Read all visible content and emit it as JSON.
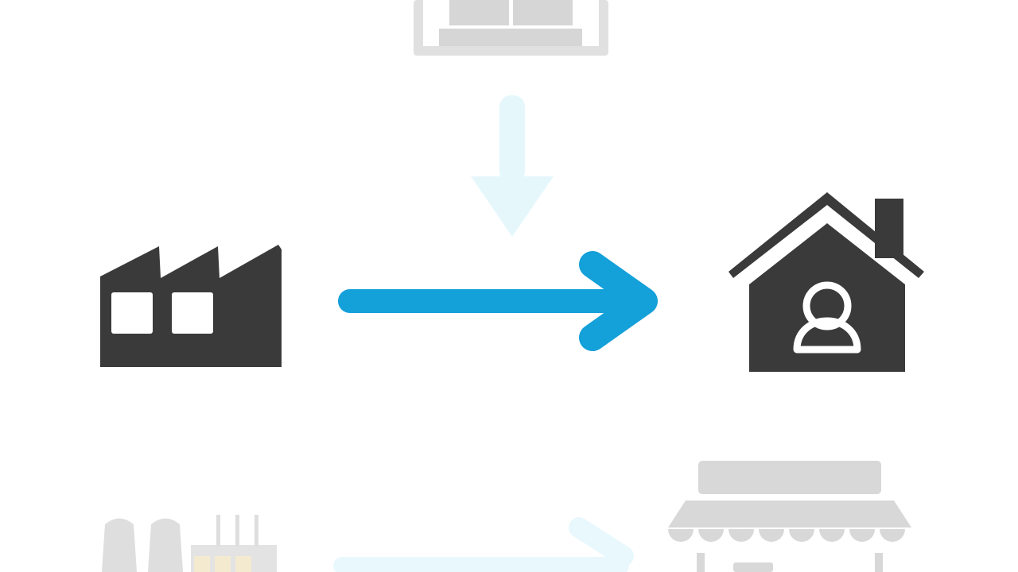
{
  "diagram": {
    "nodes": [
      {
        "id": "warehouse",
        "icon": "warehouse-icon",
        "state": "faded"
      },
      {
        "id": "factory",
        "icon": "factory-icon",
        "state": "active"
      },
      {
        "id": "home",
        "icon": "home-customer-icon",
        "state": "active"
      },
      {
        "id": "plant",
        "icon": "industrial-plant-icon",
        "state": "faded"
      },
      {
        "id": "store",
        "icon": "retail-store-icon",
        "state": "faded"
      }
    ],
    "edges": [
      {
        "from": "warehouse",
        "to": "main-arrow",
        "direction": "down",
        "state": "faded"
      },
      {
        "from": "factory",
        "to": "home",
        "direction": "right",
        "state": "active"
      },
      {
        "from": "plant",
        "to": "store",
        "direction": "right",
        "state": "faded"
      }
    ]
  },
  "colors": {
    "icon_dark": "#3a3a3a",
    "arrow_blue": "#14a0d9",
    "faded_gray": "#d6d6d6",
    "faded_blue": "#e6f7fc"
  }
}
